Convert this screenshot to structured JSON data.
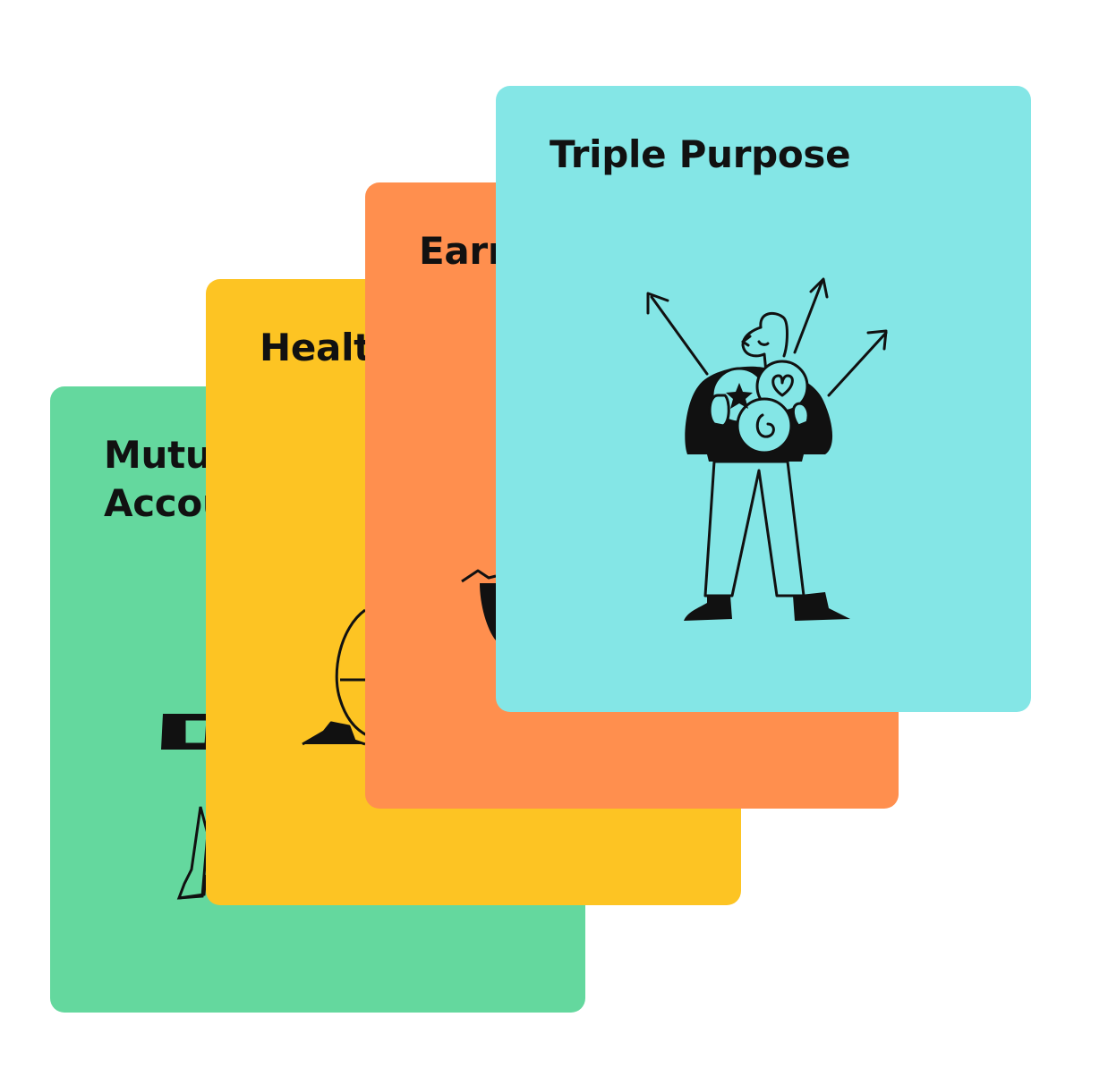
{
  "cards": [
    {
      "title": "Mutual\nAccountability",
      "color": "#64d89e"
    },
    {
      "title": "Healthy",
      "color": "#fdc423"
    },
    {
      "title": "Earn",
      "color": "#ff8f4e"
    },
    {
      "title": "Triple Purpose",
      "color": "#84e6e6"
    }
  ],
  "icons": {
    "green_card": "feet-icon",
    "yellow_card": "kneeling-figure-icon",
    "orange_card": "legs-icon",
    "cyan_card": "person-with-three-values-icon"
  }
}
